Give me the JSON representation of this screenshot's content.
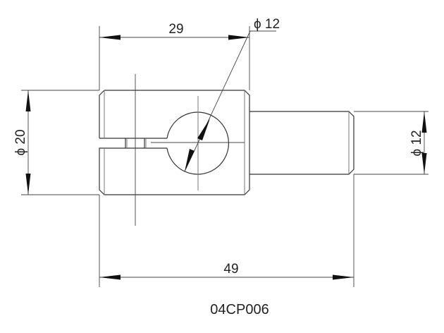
{
  "drawing": {
    "part_number": "04CP006",
    "dimensions": {
      "body_length": "29",
      "total_length": "49",
      "body_diameter": "ϕ 20",
      "shaft_diameter": "ϕ 12",
      "hole_diameter": "ϕ 12"
    }
  }
}
